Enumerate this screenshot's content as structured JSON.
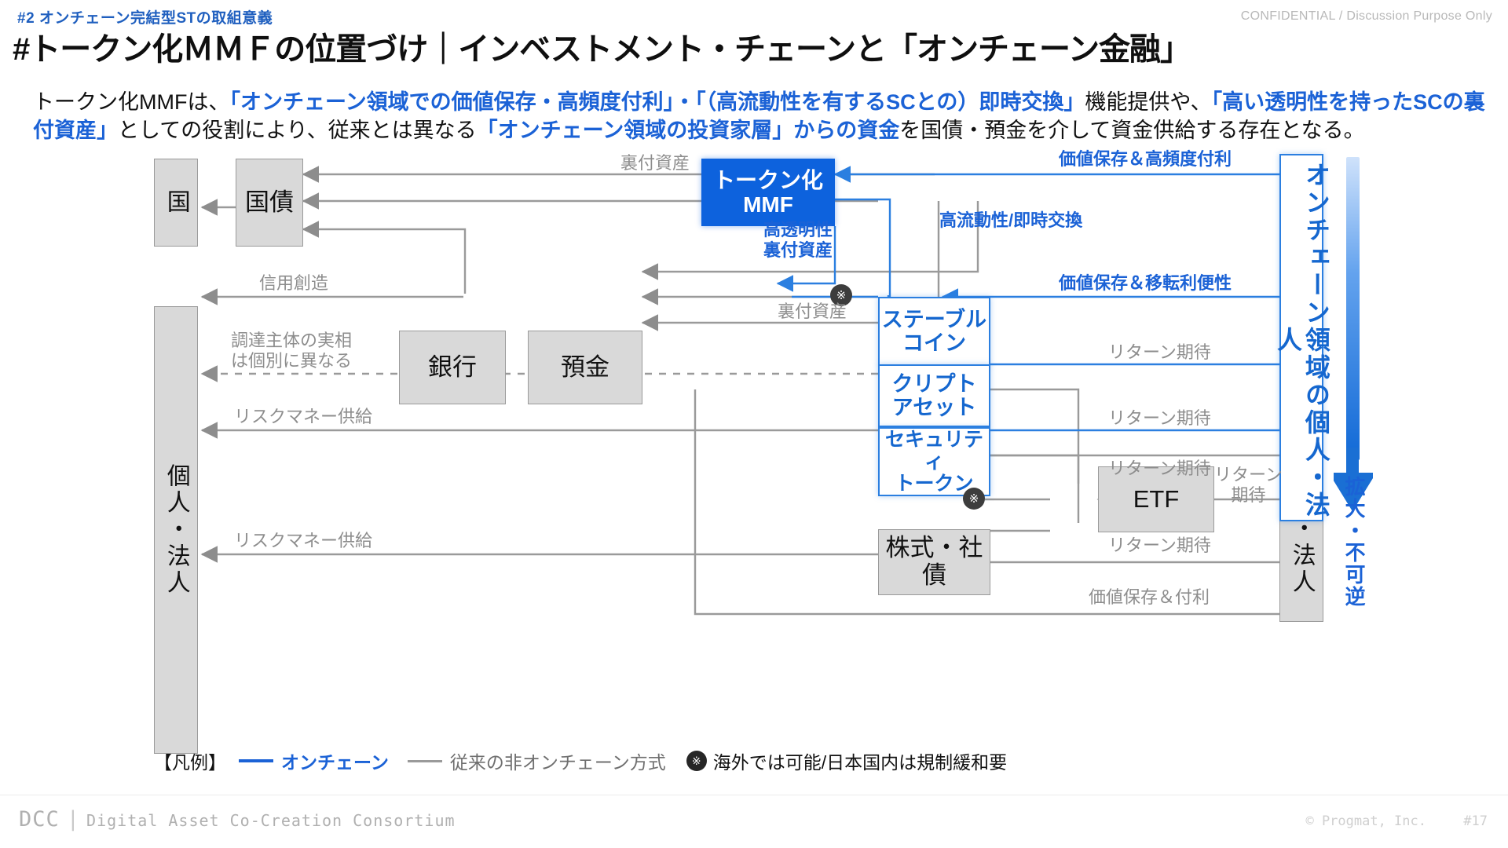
{
  "header": {
    "eyebrow": "#2  オンチェーン完結型STの取組意義",
    "confidential": "CONFIDENTIAL / Discussion Purpose Only",
    "title": "#トークン化ＭＭＦの位置づけ｜インベストメント・チェーンと「オンチェーン金融」"
  },
  "lead": {
    "p1": "トークン化MMFは、",
    "b1": "「オンチェーン領域での価値保存・高頻度付利」・「（高流動性を有するSCとの）即時交換」",
    "p2": "機能提供や、",
    "b2": "「高い透明性を持ったSCの裏付資産」",
    "p3": "としての役割により、従来とは異なる",
    "b3": "「オンチェーン領域の投資家層」からの資金",
    "p4": "を国債・預金を介して資金供給する存在となる。"
  },
  "nodes": {
    "kuni": "国",
    "kokusai": "国債",
    "ginko": "銀行",
    "yokin": "預金",
    "kojin_left": "個人・法人",
    "token_mmf": "トークン化\nMMF",
    "stablecoin": "ステーブル\nコイン",
    "crypto": "クリプト\nアセット",
    "security_token": "セキュリティ\nトークン",
    "etf": "ETF",
    "kabushiki": "株式・社債",
    "onchain_actor": "オンチェーン領域の個人・法人",
    "kojin_right": "個人・法人"
  },
  "edge_labels": {
    "uratsuke_top": "裏付資産",
    "shinyo_sozo": "信用創造",
    "chotatsu": "調達主体の実相\nは個別に異なる",
    "risk_money_1": "リスクマネー供給",
    "risk_money_2": "リスクマネー供給",
    "uratsuke_mid": "裏付資産",
    "kotomeisei": "高透明性\n裏付資産",
    "koryudosei": "高流動性/即時交換",
    "kachihozon_kohindo": "価値保存＆高頻度付利",
    "kachihozon_iten": "価値保存＆移転利便性",
    "return_1": "リターン期待",
    "return_2": "リターン期待",
    "return_3": "リターン期待",
    "return_4": "リターン\n期待",
    "return_5": "リターン期待",
    "kachihozon_furi": "価値保存＆付利"
  },
  "right_rail": {
    "vertical_text": "拡大・不可逆"
  },
  "legend": {
    "tag": "【凡例】",
    "onchain": "オンチェーン",
    "legacy": "従来の非オンチェーン方式",
    "kome_glyph": "※",
    "kome_note": "海外では可能/日本国内は規制緩和要"
  },
  "footer": {
    "brand_short": "DCC",
    "brand_full": "Digital Asset Co-Creation Consortium",
    "copyright": "©  Progmat, Inc.",
    "page": "#17"
  },
  "colors": {
    "accent_blue": "#1b62d6",
    "fill_blue": "#0d62dd",
    "outline_blue": "#2b7fe0",
    "gray_fill": "#d9d9d9",
    "gray_line": "#9a9a9a",
    "muted_text": "#8d8d8d"
  }
}
